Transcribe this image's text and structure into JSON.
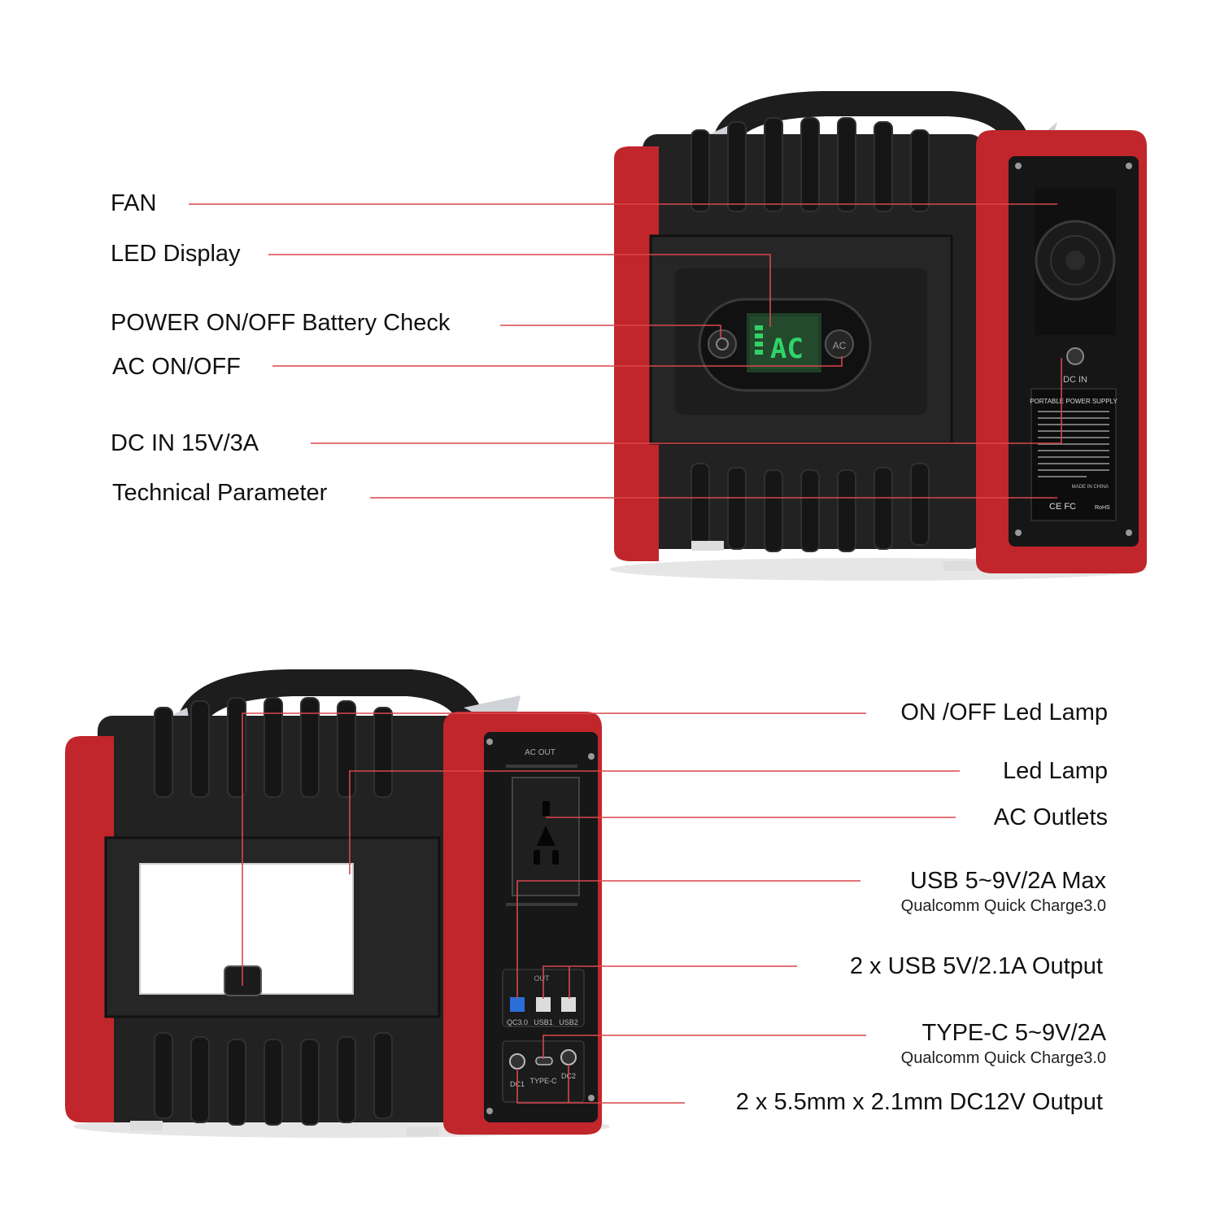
{
  "colors": {
    "red": "#c0262b",
    "red_dark": "#8e1a1e",
    "body_black": "#222222",
    "rib": "#151515",
    "leader_line": "#d9474d",
    "lcd_green": "#2fd36a",
    "handle_silver": "#cfd2d6"
  },
  "top_device": {
    "callouts": [
      {
        "id": "fan",
        "text": "FAN"
      },
      {
        "id": "led-display",
        "text": "LED Display"
      },
      {
        "id": "power-onoff",
        "text": "POWER ON/OFF Battery Check"
      },
      {
        "id": "ac-onoff",
        "text": "AC ON/OFF"
      },
      {
        "id": "dc-in",
        "text": "DC IN 15V/3A"
      },
      {
        "id": "tech-param",
        "text": "Technical Parameter"
      }
    ],
    "panel": {
      "ac_button": "AC",
      "dc_in_label": "DC IN",
      "lcd_text": "AC",
      "spec_plate_title": "PORTABLE POWER SUPPLY",
      "spec_plate_made_in": "MADE IN CHINA",
      "spec_plate_marks": "CE FC",
      "spec_plate_rohs": "RoHS"
    }
  },
  "bottom_device": {
    "callouts": [
      {
        "id": "onoff-led-lamp",
        "text": "ON /OFF Led Lamp"
      },
      {
        "id": "led-lamp",
        "text": "Led Lamp"
      },
      {
        "id": "ac-outlets",
        "text": "AC Outlets"
      },
      {
        "id": "usb-qc",
        "text": "USB 5~9V/2A Max",
        "sub": "Qualcomm Quick Charge3.0"
      },
      {
        "id": "usb-out",
        "text": "2 x USB 5V/2.1A Output"
      },
      {
        "id": "type-c",
        "text": "TYPE-C 5~9V/2A",
        "sub": "Qualcomm Quick Charge3.0"
      },
      {
        "id": "dc-out",
        "text": "2 x 5.5mm x 2.1mm DC12V Output"
      }
    ],
    "panel": {
      "ac_out": "AC OUT",
      "out": "OUT",
      "qc30": "QC3.0",
      "usb1": "USB1",
      "usb2": "USB2",
      "dc1": "DC1",
      "type_c": "TYPE-C",
      "dc2": "DC2"
    }
  }
}
